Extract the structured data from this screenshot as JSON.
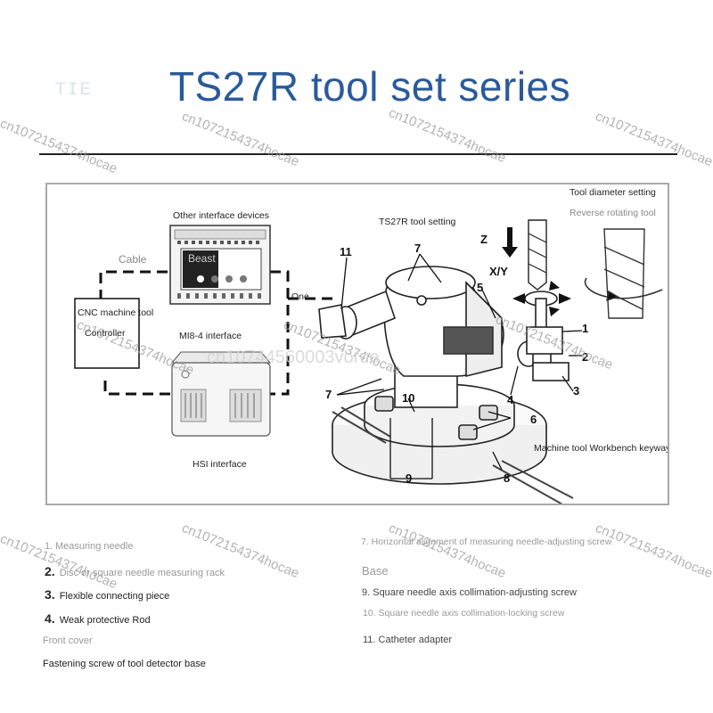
{
  "header": {
    "ghost_logo": "ᴛɪᴇ",
    "title": "TS27R tool set series"
  },
  "diagram": {
    "labels": {
      "tool_diameter_setting": "Tool diameter setting",
      "reverse_rotating_tool": "Reverse rotating tool",
      "other_interface_devices": "Other interface devices",
      "ts27r_tool_setting": "TS27R tool setting",
      "cable": "Cable",
      "cnc_controller_line1": "CNC machine tool",
      "cnc_controller_line2": "Controller",
      "mi8_interface": "MI8-4 interface",
      "hsi_interface": "HSI interface",
      "one": "One",
      "z_axis": "Z",
      "xy_axis": "X/Y",
      "workbench_keyway": "Machine tool Workbench keyway",
      "device_brand": "Beast"
    },
    "callouts": [
      "1",
      "2",
      "3",
      "4",
      "5",
      "6",
      "7",
      "7",
      "8",
      "9",
      "10",
      "11"
    ]
  },
  "legend": {
    "items": [
      {
        "num": "1.",
        "text": "Measuring needle"
      },
      {
        "num": "2.",
        "text": "Disc or square needle measuring rack"
      },
      {
        "num": "3.",
        "text": "Flexible connecting piece"
      },
      {
        "num": "4.",
        "text": "Weak protective Rod"
      },
      {
        "num": "",
        "text": "Front cover"
      },
      {
        "num": "",
        "text": "Fastening screw of tool detector base"
      },
      {
        "num": "",
        "text": "7. Horizontal alignment of measuring needle-adjusting screw"
      },
      {
        "num": "",
        "text": "Base"
      },
      {
        "num": "",
        "text": "9. Square needle axis collimation-adjusting screw"
      },
      {
        "num": "",
        "text": "10. Square needle axis collimation-locking screw"
      },
      {
        "num": "",
        "text": "11. Catheter adapter"
      }
    ]
  },
  "watermark": {
    "store_id": "cn1072154374hocae",
    "large_id": "cn10744560003vorue"
  }
}
